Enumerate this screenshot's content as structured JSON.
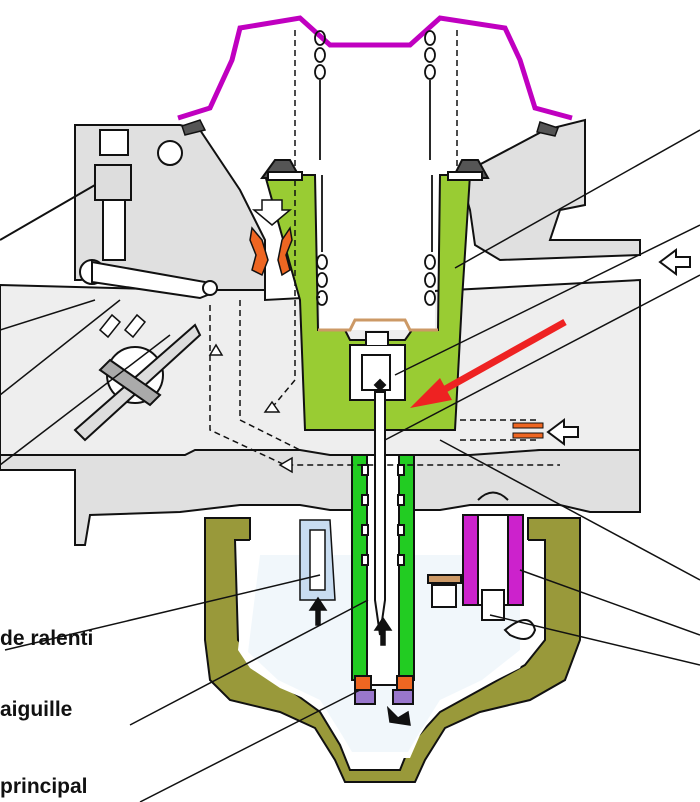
{
  "labels": {
    "idle_jet": "de ralenti",
    "needle": "aiguille",
    "main_jet": "principal"
  },
  "colors": {
    "diaphragm": "#c000c0",
    "slide_and_tube": "#99cc33",
    "needle_jet": "#22cc22",
    "idle_jet_accent": "#ee6622",
    "float_valve": "#cc22cc",
    "bowl_shell": "#99993a",
    "fuel_tint": "#d8e8f4",
    "body_fill": "#e0e0e0",
    "arrow_red": "#ee2222",
    "jet_cap": "#9977cc"
  },
  "icons": [
    "air-inlet-arrow-icon",
    "red-pointer-arrow-icon",
    "fuel-flow-arrow-icon",
    "spring-icon",
    "float-icon",
    "throttle-butterfly-icon"
  ]
}
